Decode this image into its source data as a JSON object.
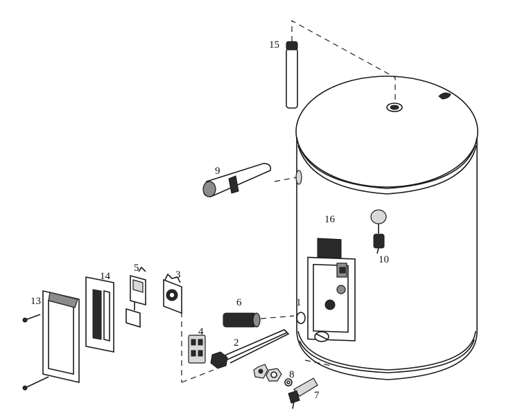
{
  "part_labels": {
    "p1": "1",
    "p2": "2",
    "p3": "3",
    "p4": "4",
    "p5": "5",
    "p6": "6",
    "p7": "7",
    "p8": "8",
    "p9": "9",
    "p10": "10",
    "p13": "13",
    "p14": "14",
    "p15": "15",
    "p16": "16"
  }
}
